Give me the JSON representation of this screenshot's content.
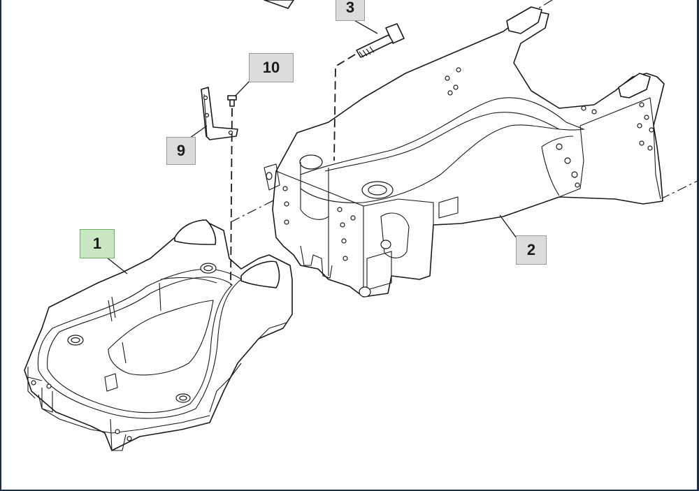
{
  "diagram": {
    "callouts": [
      {
        "label": "3",
        "id": "callout-3",
        "active": false
      },
      {
        "label": "10",
        "id": "callout-10",
        "active": false
      },
      {
        "label": "9",
        "id": "callout-9",
        "active": false
      },
      {
        "label": "1",
        "id": "callout-1",
        "active": true
      },
      {
        "label": "2",
        "id": "callout-2",
        "active": false
      }
    ],
    "colors": {
      "callout_bg": "#dcdcdc",
      "callout_active_bg": "#c9e7c3",
      "line": "#1a1a1a",
      "frame": "#1f2f45"
    }
  }
}
